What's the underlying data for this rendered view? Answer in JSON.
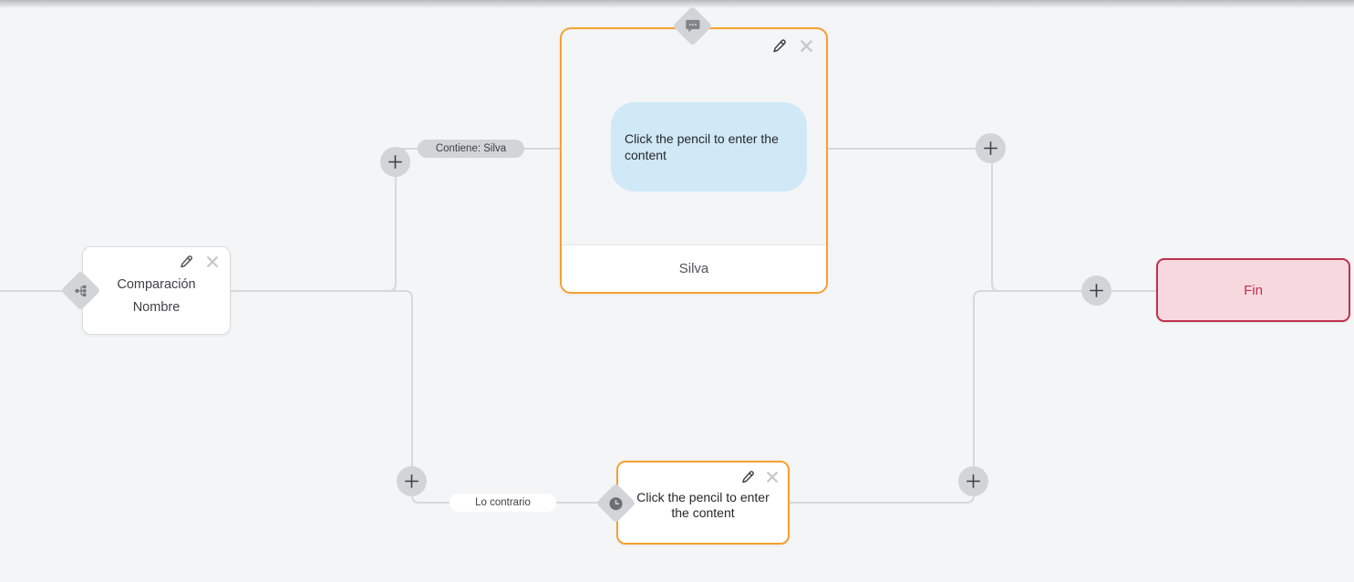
{
  "colors": {
    "canvas_background": "#f4f5f6",
    "edge": "#d7d8db",
    "node_border_gray": "#dcdde1",
    "accent_orange": "#f7a02f",
    "end_border": "#bf3050",
    "end_background": "#f7d8de",
    "bubble_blue": "#cfe9f7",
    "ui_gray": "#d2d4d8"
  },
  "icons": {
    "condition_badge": "sitemap-icon",
    "message_badge": "chat-bubble-icon",
    "wait_badge": "clock-icon",
    "edit": "pencil-icon",
    "delete": "close-icon",
    "add": "plus-icon"
  },
  "nodes": {
    "condition": {
      "line1": "Comparación",
      "line2": "Nombre"
    },
    "message": {
      "bubble_text": "Click the pencil to enter the content",
      "footer": "Silva"
    },
    "wait": {
      "text": "Click the pencil to enter the content"
    },
    "end": {
      "label": "Fin"
    }
  },
  "edges": {
    "contains_label": "Contiene: Silva",
    "otherwise_label": "Lo contrario"
  }
}
